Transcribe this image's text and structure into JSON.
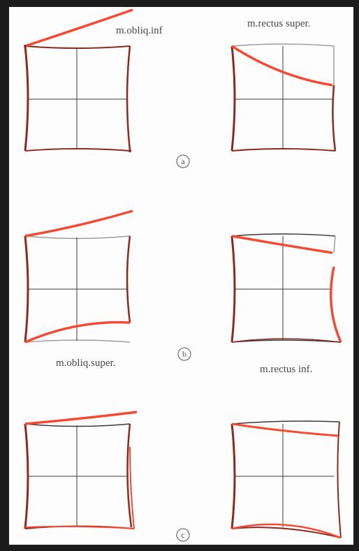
{
  "labels": {
    "obliq_inf": "m.obliq.inf",
    "rectus_super": "m.rectus super.",
    "obliq_super": "m.obliq.super.",
    "rectus_inf": "m.rectus inf."
  },
  "panels": {
    "a": "a",
    "b": "b",
    "c": "c"
  },
  "colors": {
    "frame_border": "#1f1f1f",
    "paper": "#fdfdfd",
    "grid_dark": "#3a3a3a",
    "edge_brown": "#8b2a1f",
    "highlight_red": "#f24a33",
    "faint_gray": "#9c9c9c"
  }
}
